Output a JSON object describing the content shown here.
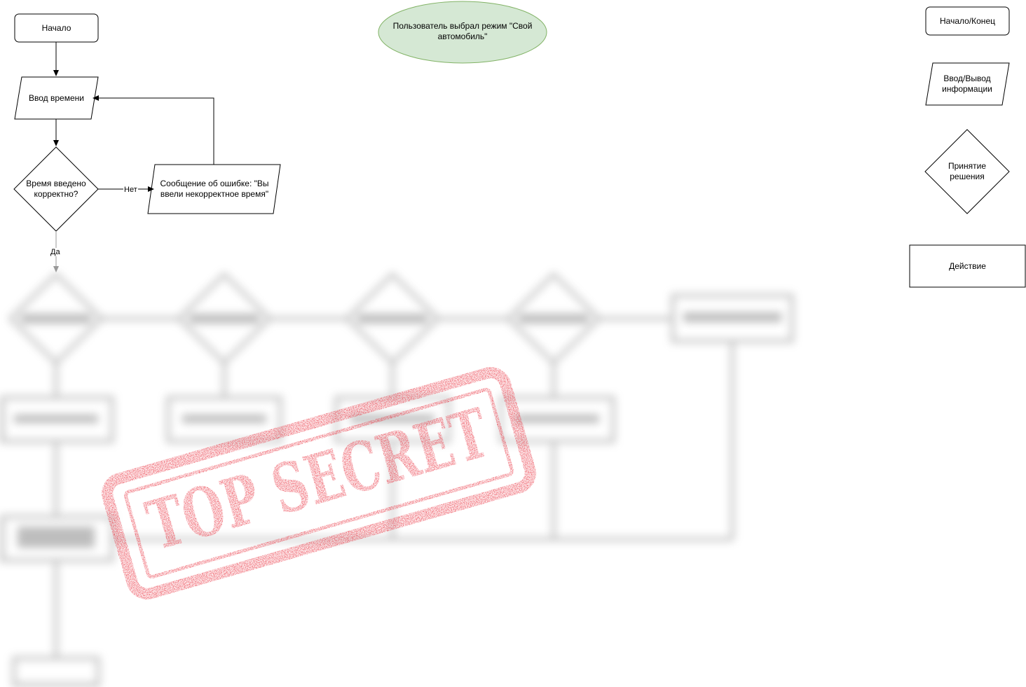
{
  "nodes": {
    "start": "Начало",
    "time_input": "Ввод времени",
    "time_check": "Время введено корректно?",
    "error_message": "Сообщение об ошибке: \"Вы ввели некорректное время\"",
    "mode_note": "Пользователь выбрал режим \"Свой автомобиль\""
  },
  "edges": {
    "no": "Нет",
    "yes": "Да"
  },
  "legend": {
    "terminal": "Начало/Конец",
    "io": "Ввод/Вывод информации",
    "decision": "Принятие решения",
    "process": "Действие"
  },
  "stamp": {
    "text": "TOP SECRET",
    "color": "#e8202f"
  },
  "colors": {
    "note_fill": "#d5e8d4",
    "note_stroke": "#82b366"
  }
}
